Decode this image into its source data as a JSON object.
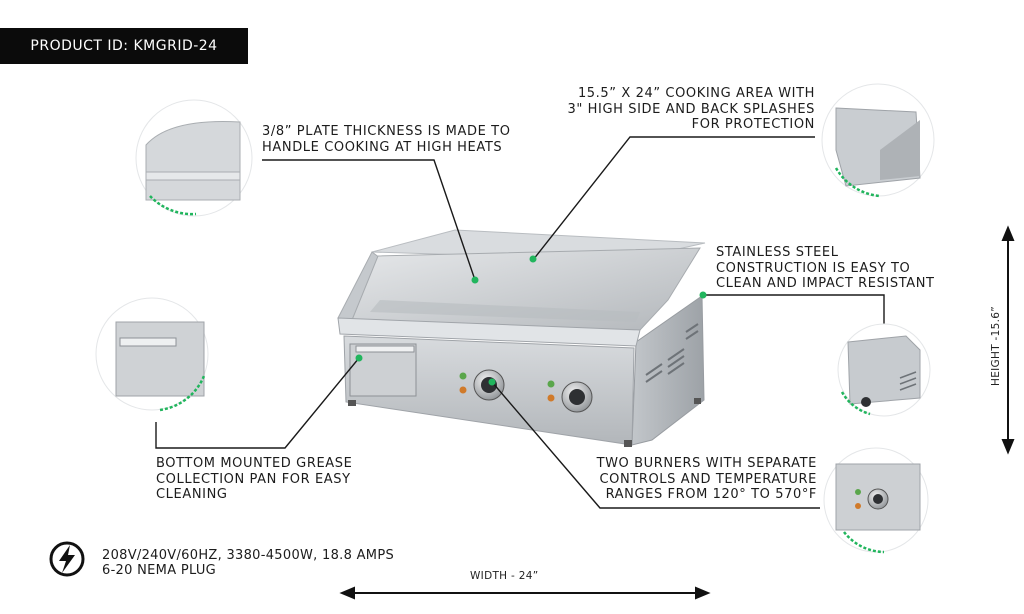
{
  "product_id": "PRODUCT ID: KMGRID-24",
  "callouts": {
    "plate": [
      "3/8” PLATE THICKNESS IS MADE TO",
      "HANDLE COOKING AT HIGH HEATS"
    ],
    "cooking_area": [
      "15.5” X 24” COOKING AREA WITH",
      "3\" HIGH SIDE AND BACK SPLASHES",
      "FOR PROTECTION"
    ],
    "steel": [
      "STAINLESS STEEL",
      "CONSTRUCTION IS EASY TO",
      "CLEAN AND IMPACT RESISTANT"
    ],
    "grease": [
      "BOTTOM MOUNTED GREASE",
      "COLLECTION PAN FOR EASY",
      "CLEANING"
    ],
    "burners": [
      "TWO BURNERS WITH SEPARATE",
      "CONTROLS AND TEMPERATURE",
      "RANGES FROM 120° TO 570°F"
    ]
  },
  "power": [
    "208V/240V/60HZ, 3380-4500W, 18.8 AMPS",
    "6-20 NEMA PLUG"
  ],
  "dimensions": {
    "width": "WIDTH - 24”",
    "height": "HEIGHT -15.6”"
  },
  "icons": [
    "lightning-bolt-icon"
  ],
  "colors": {
    "accent": "#21b55d",
    "dark": "#0b0b0b",
    "steel": "#c9cccf"
  }
}
